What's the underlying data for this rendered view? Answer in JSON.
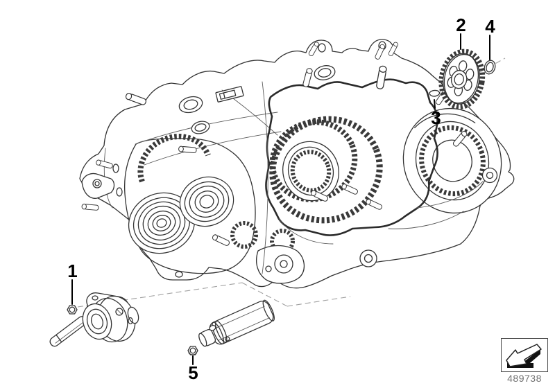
{
  "diagram": {
    "type": "exploded-parts-drawing",
    "subject": "gearbox-housing",
    "callouts": [
      {
        "number": "1"
      },
      {
        "number": "2"
      },
      {
        "number": "3"
      },
      {
        "number": "4"
      },
      {
        "number": "5"
      }
    ],
    "drawing_number": "489738",
    "colors": {
      "line": "#333333",
      "gasket": "#2b2b2b",
      "dashed_axis": "#a0a0a0",
      "callout_text": "#000000",
      "drawing_number_text": "#6f6f6f",
      "background": "#ffffff"
    }
  }
}
